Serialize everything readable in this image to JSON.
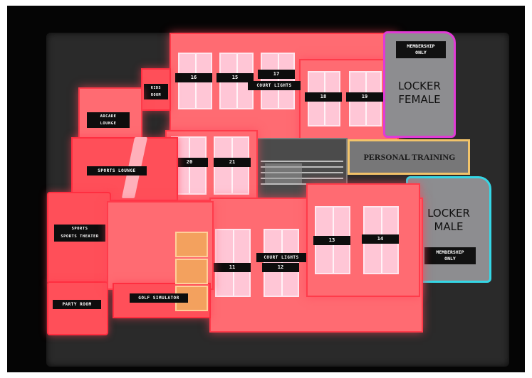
{
  "map": {
    "labels": {
      "membership_top": "MEMBERSHIP\nONLY",
      "locker_female": "LOCKER\nFEMALE",
      "personal_training": "PERSONAL TRAINING",
      "locker_male": "LOCKER\nMALE",
      "membership_bottom": "MEMBERSHIP\nONLY",
      "kids_room": "KIDS\nROOM",
      "arcade_lounge": "ARCADE\nLOUNGE",
      "sports_lounge": "SPORTS LOUNGE",
      "sports_theater": "SPORTS\nSPORTS THEATER",
      "party_room": "PARTY ROOM",
      "golf_simulator": "GOLF SIMULATOR",
      "court_lights_top": "COURT LIGHTS",
      "court_lights_bottom": "COURT LIGHTS"
    },
    "courts": {
      "c16": "16",
      "c15": "15",
      "c17": "17",
      "c18": "18",
      "c19": "19",
      "c20": "20",
      "c21": "21",
      "c11": "11",
      "c12": "12",
      "c13": "13",
      "c14": "14"
    },
    "colors": {
      "red_zone": "#ff6b72",
      "court_pink": "#ffc6d6",
      "locker_grey": "#8d8d90",
      "magenta_outline": "#e23ad6",
      "cyan_outline": "#34d7e6",
      "gold_outline": "#f2c46a"
    }
  }
}
